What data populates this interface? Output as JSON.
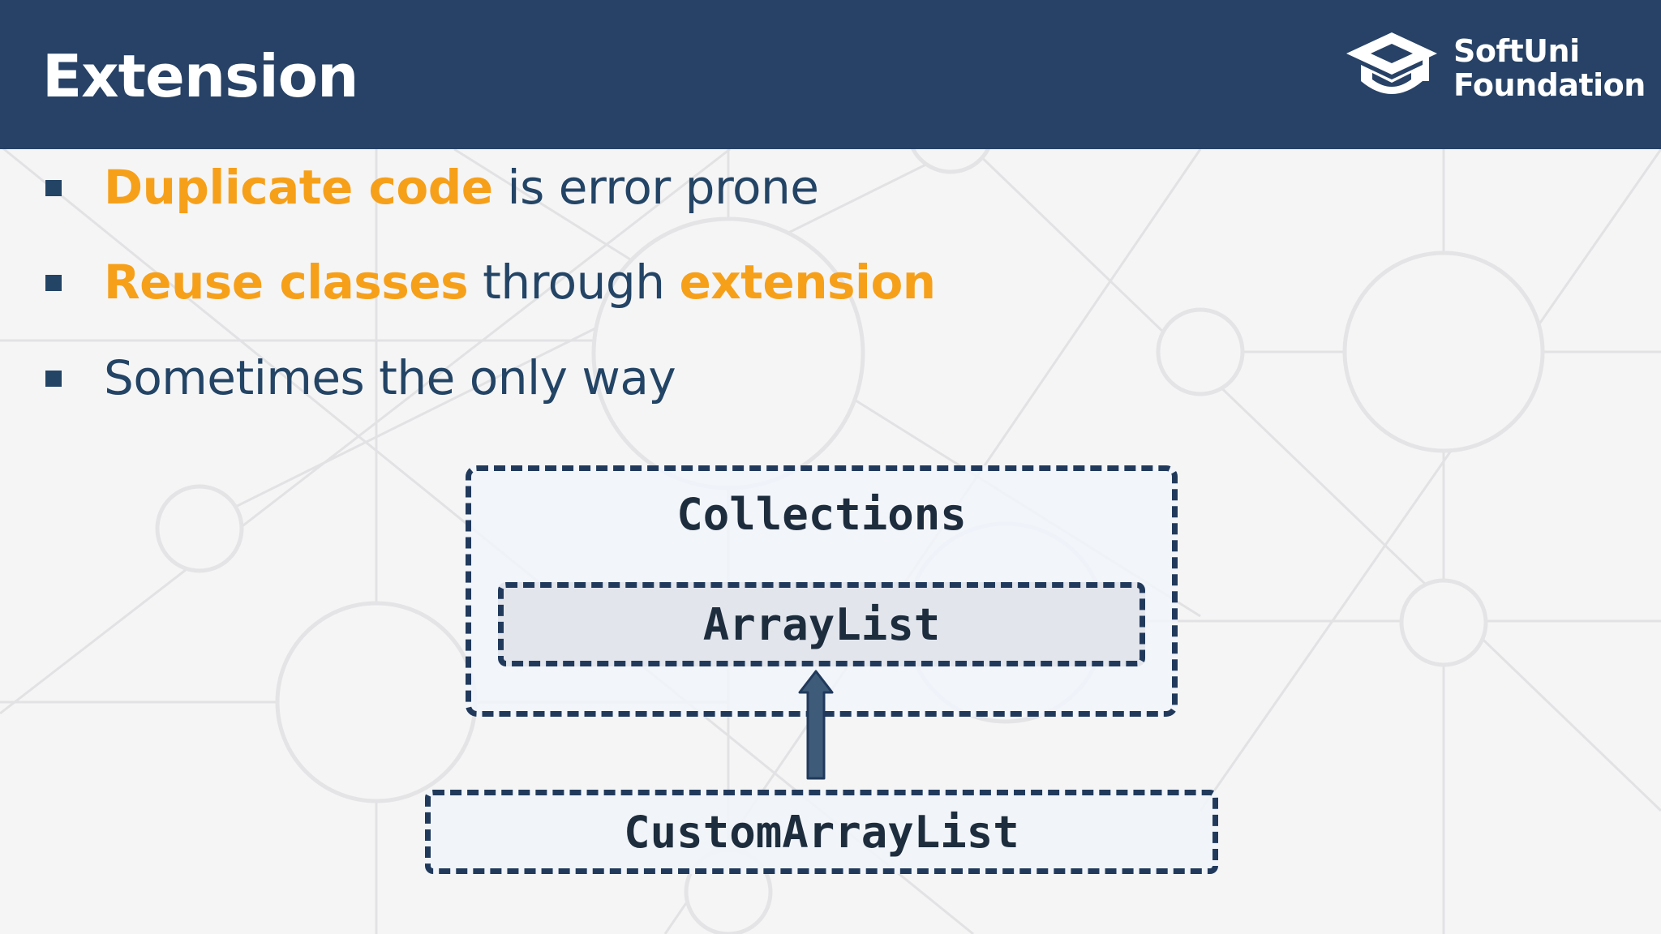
{
  "slide": {
    "title": "Extension",
    "logo": {
      "icon": "graduation-cap-icon",
      "line1": "SoftUni",
      "line2": "Foundation"
    },
    "bullets": [
      {
        "highlight": "Duplicate code",
        "text": " is error prone"
      },
      {
        "highlight": "Reuse classes",
        "text": " through ",
        "highlight2": "extension"
      },
      {
        "text": "Sometimes the only way"
      }
    ],
    "diagram": {
      "outer_box": "Collections",
      "inner_box": "ArrayList",
      "child_box": "CustomArrayList",
      "arrow_direction": "up"
    }
  },
  "colors": {
    "header_bg": "#274266",
    "text": "#234465",
    "highlight": "#f6a01a",
    "box_border": "#213a5c",
    "arrow_fill": "#3f5b7a"
  }
}
